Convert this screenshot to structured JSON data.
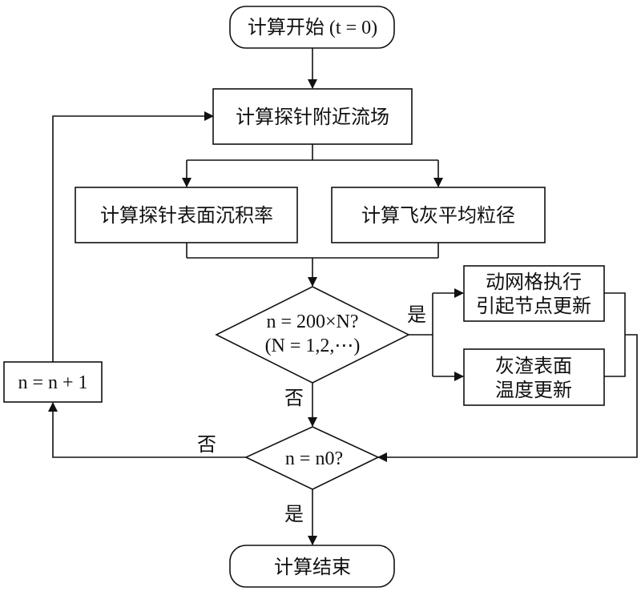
{
  "nodes": {
    "start": "计算开始 (t = 0)",
    "flow_field": "计算探针附近流场",
    "deposition_rate": "计算探针表面沉积率",
    "avg_particle_size": "计算飞灰平均粒径",
    "decision_remesh": {
      "line1": "n = 200×N?",
      "line2": "(N = 1,2,⋯)"
    },
    "dynamic_mesh": {
      "line1": "动网格执行",
      "line2": "引起节点更新"
    },
    "slag_temperature": {
      "line1": "灰渣表面",
      "line2": "温度更新"
    },
    "decision_end": "n = n0?",
    "increment": "n = n + 1",
    "end": "计算结束"
  },
  "edge_labels": {
    "remesh_yes": "是",
    "remesh_no": "否",
    "end_no": "否",
    "end_yes": "是"
  }
}
